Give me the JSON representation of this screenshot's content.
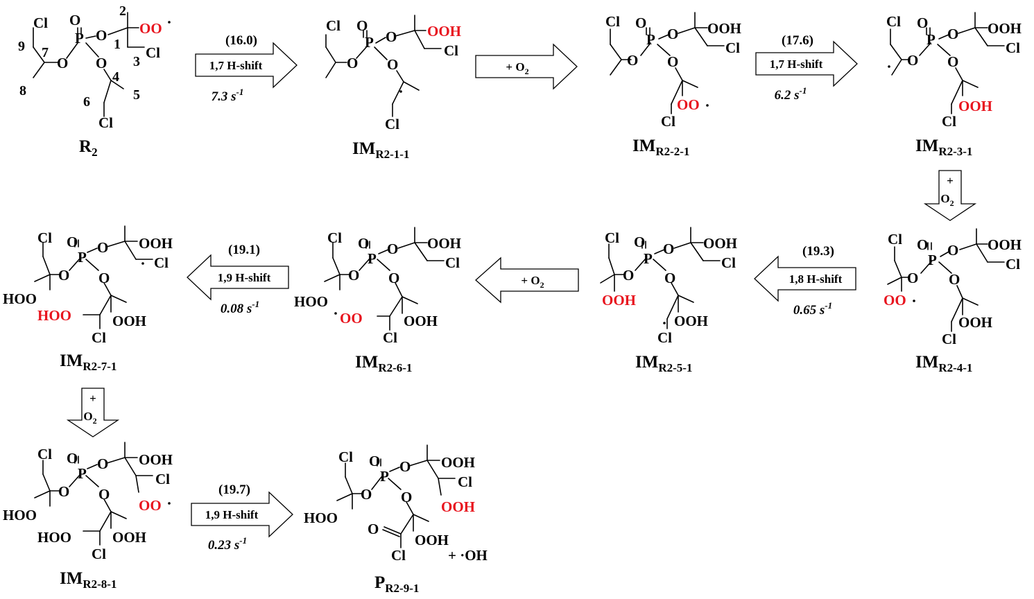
{
  "atoms": {
    "cl": "Cl",
    "p": "P",
    "o": "O",
    "oo": "OO",
    "ooh": "OOH",
    "hoo": "HOO",
    "oh": "OH",
    "ooh_group": "OOH"
  },
  "numbering": [
    "1",
    "2",
    "3",
    "4",
    "5",
    "6",
    "7",
    "8",
    "9"
  ],
  "labels": {
    "r2": {
      "main": "R",
      "sub": "2"
    },
    "im11": {
      "main": "IM",
      "sub": "R2-1-1"
    },
    "im21": {
      "main": "IM",
      "sub": "R2-2-1"
    },
    "im31": {
      "main": "IM",
      "sub": "R2-3-1"
    },
    "im41": {
      "main": "IM",
      "sub": "R2-4-1"
    },
    "im51": {
      "main": "IM",
      "sub": "R2-5-1"
    },
    "im61": {
      "main": "IM",
      "sub": "R2-6-1"
    },
    "im71": {
      "main": "IM",
      "sub": "R2-7-1"
    },
    "im81": {
      "main": "IM",
      "sub": "R2-8-1"
    },
    "p91": {
      "main": "P",
      "sub": "R2-9-1"
    }
  },
  "steps": [
    {
      "energy": "(16.0)",
      "label": "1,7 H-shift",
      "rate": "7.3 s",
      "exp": "-1"
    },
    {
      "energy": "",
      "label": "+ O",
      "sub": "2",
      "rate": ""
    },
    {
      "energy": "(17.6)",
      "label": "1,7 H-shift",
      "rate": "6.2 s",
      "exp": "-1"
    },
    {
      "energy": "",
      "label": "+",
      "sub": "2",
      "o": "O",
      "rate": ""
    },
    {
      "energy": "(19.3)",
      "label": "1,8 H-shift",
      "rate": "0.65 s",
      "exp": "-1"
    },
    {
      "energy": "",
      "label": "+ O",
      "sub": "2",
      "rate": ""
    },
    {
      "energy": "(19.1)",
      "label": "1,9 H-shift",
      "rate": "0.08 s",
      "exp": "-1"
    },
    {
      "energy": "",
      "label": "+",
      "sub": "2",
      "o": "O",
      "rate": ""
    },
    {
      "energy": "(19.7)",
      "label": "1,9 H-shift",
      "rate": "0.23 s",
      "exp": "-1"
    }
  ],
  "coproduct": "+ ·OH"
}
